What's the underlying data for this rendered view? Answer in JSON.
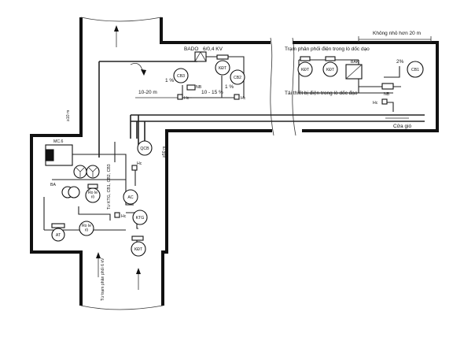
{
  "labels": {
    "bado": "BADO",
    "voltage": "6/0,4 KV",
    "tram_phan_phoi": "Trạm phân phối điện trong lò dốc dạo",
    "khong_nho_hon": "Không nhỏ hơn 20 m",
    "tai_thiet_bi": "Tải thiết bị điện trong lò dốc đạo",
    "cua_gio": "Cửa gió",
    "tu_tram": "Từ trạm phân phối 6 kV",
    "tu_ktg": "Từ KTG, CB1, CB2, CB3",
    "mc6": "MC.6",
    "ge10m": "≥10 m",
    "ge50m": "≥50 m",
    "pct_1_a": "1 %",
    "pct_1_b": "1 %",
    "pct_2": "2%",
    "dist_10_20": "10-20 m",
    "dist_10_15": "10 - 15 %"
  },
  "components": {
    "cb3": "CB3",
    "cb2": "CB2",
    "cb1": "CB1",
    "kdt": "KĐT",
    "kdt_r1": "KĐT",
    "kdt_r2": "KĐT",
    "kdt_bottom": "KĐT",
    "bak": "BAK",
    "nb": "NB",
    "nb_r": "NB",
    "hc": "Hc",
    "hc2": "Hc",
    "hc3": "Hc",
    "hc_r": "Hc",
    "hc_mid": "Hc",
    "qcb": "QCB",
    "ac": "AC",
    "ktg": "KTG",
    "ba": "BA",
    "at": "AT",
    "ro_le_ro_1": "Ro le\nrò",
    "ro_le_ro_2": "Ro le\nrò"
  }
}
